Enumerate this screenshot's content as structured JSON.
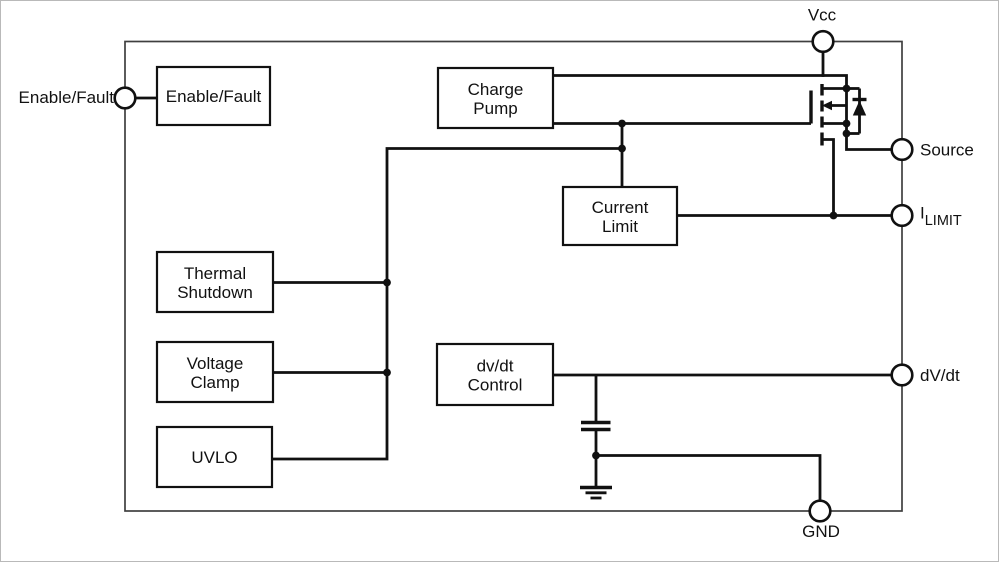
{
  "diagram": {
    "pins": {
      "enable_fault": {
        "label": "Enable/Fault"
      },
      "vcc": {
        "label": "Vcc"
      },
      "source": {
        "label": "Source"
      },
      "ilimit": {
        "label_main": "I",
        "label_sub": "LIMIT"
      },
      "dvdt": {
        "label": "dV/dt"
      },
      "gnd": {
        "label": "GND"
      }
    },
    "blocks": {
      "enable_fault": {
        "label": "Enable/Fault"
      },
      "charge_pump": {
        "line1": "Charge",
        "line2": "Pump"
      },
      "current_limit": {
        "line1": "Current",
        "line2": "Limit"
      },
      "thermal_shutdown": {
        "line1": "Thermal",
        "line2": "Shutdown"
      },
      "voltage_clamp": {
        "line1": "Voltage",
        "line2": "Clamp"
      },
      "uvlo": {
        "label": "UVLO"
      },
      "dvdt_control": {
        "line1": "dv/dt",
        "line2": "Control"
      }
    },
    "symbols": {
      "mosfet": "n-channel-mosfet",
      "body_diode": "body-diode",
      "capacitor": "capacitor",
      "ground": "ground"
    }
  },
  "colors": {
    "wire": "#111111",
    "block_border": "#111111",
    "outer_border": "#3f3f3f",
    "frame": "#b9b9b9",
    "background": "#ffffff",
    "text": "#111111"
  }
}
